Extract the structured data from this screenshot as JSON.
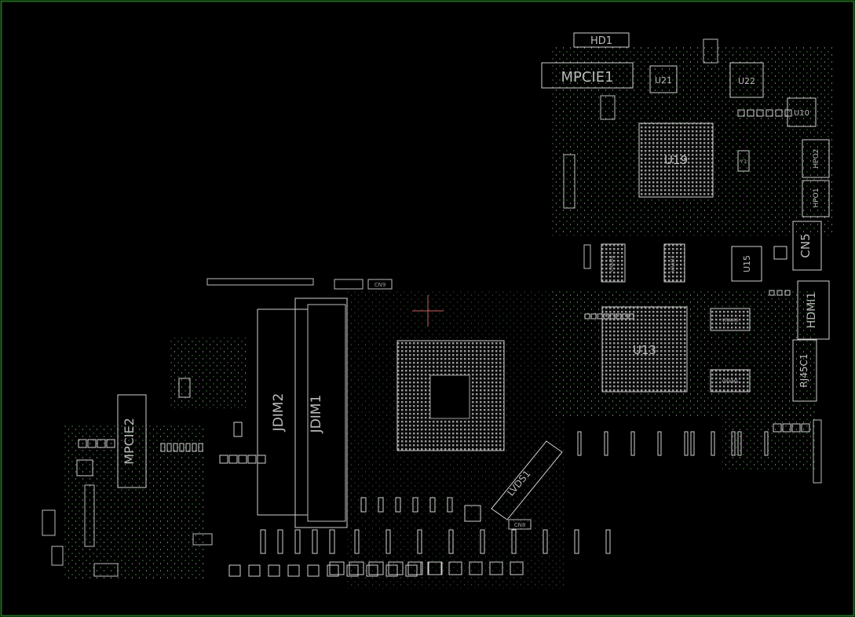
{
  "theme": {
    "background": "#000000",
    "frame": "#1f6a1f",
    "silkscreen": "#c8c8c8"
  },
  "labels": {
    "hd1": "HD1",
    "mpcie1": "MPCIE1",
    "u21": "U21",
    "u22": "U22",
    "u10": "U10",
    "u19": "U19",
    "hpo2": "HPO2",
    "hpo1": "HPO1",
    "cn5": "CN5",
    "u15": "U15",
    "hdmi1": "HDMI1",
    "u13": "U13",
    "rj45c1": "RJ45C1",
    "jdim2": "JDIM2",
    "jdim1": "JDIM1",
    "mpcie2": "MPCIE2",
    "lvds1": "LVDS1",
    "cn8": "CN8",
    "cn9": "CN9",
    "vram5": "VRAM5",
    "vram6": "VRAM6",
    "vram7": "VRAM7",
    "vram8": "VRAM8",
    "y1": "Y1"
  }
}
